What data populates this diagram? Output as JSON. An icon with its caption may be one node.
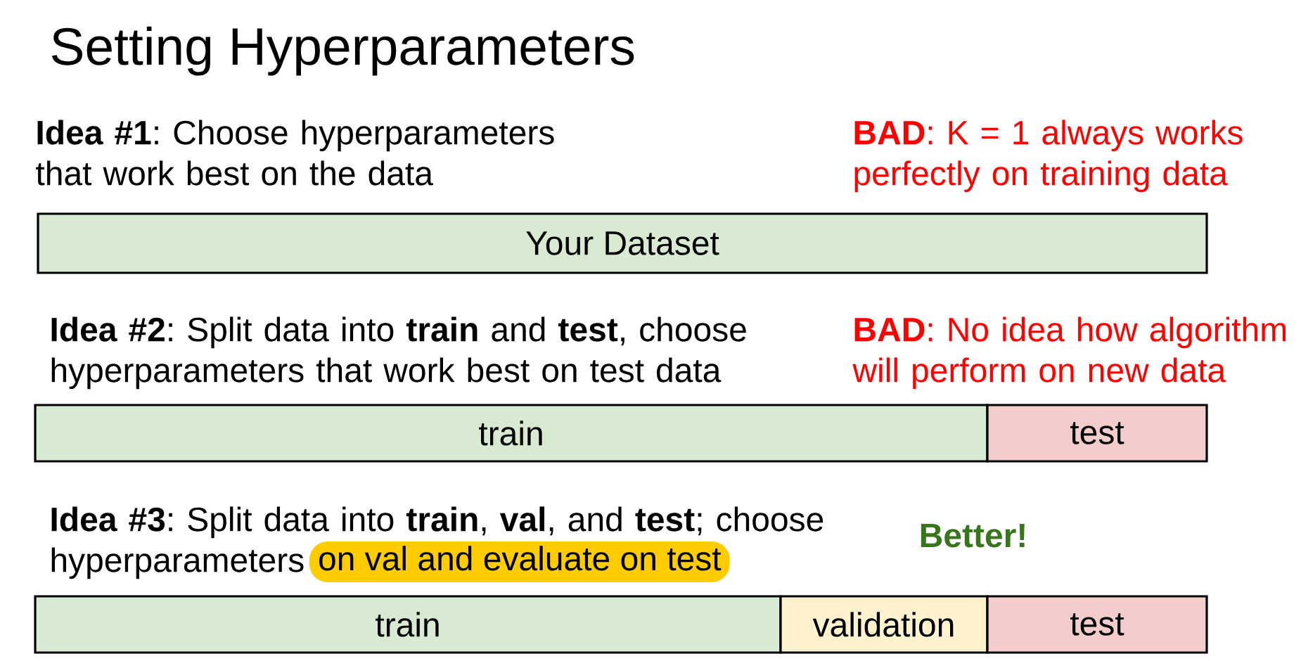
{
  "diagram": {
    "title": "Setting Hyperparameters",
    "nodes": [
      {
        "text": [
          "Your Dataset"
        ]
      },
      {
        "text": [
          "train"
        ]
      },
      {
        "text": [
          "test"
        ]
      },
      {
        "text": [
          "on val and evaluate on test"
        ]
      },
      {
        "text": [
          "train"
        ]
      },
      {
        "text": [
          "validation"
        ]
      },
      {
        "text": [
          "test"
        ]
      }
    ],
    "labels": [
      "**Idea #1**: Choose hyperparameters that work best on the data",
      "**BAD**: K = 1 always works perfectly on training data",
      "**Idea #2**: Split data into **train** and **test**, choose hyperparameters that work best on test data",
      "**BAD**: No idea how algorithm will perform on new data",
      "**Idea #3**: Split data into **train**, **val**, and **test**; choose",
      "hyperparameters",
      "Better!"
    ]
  }
}
